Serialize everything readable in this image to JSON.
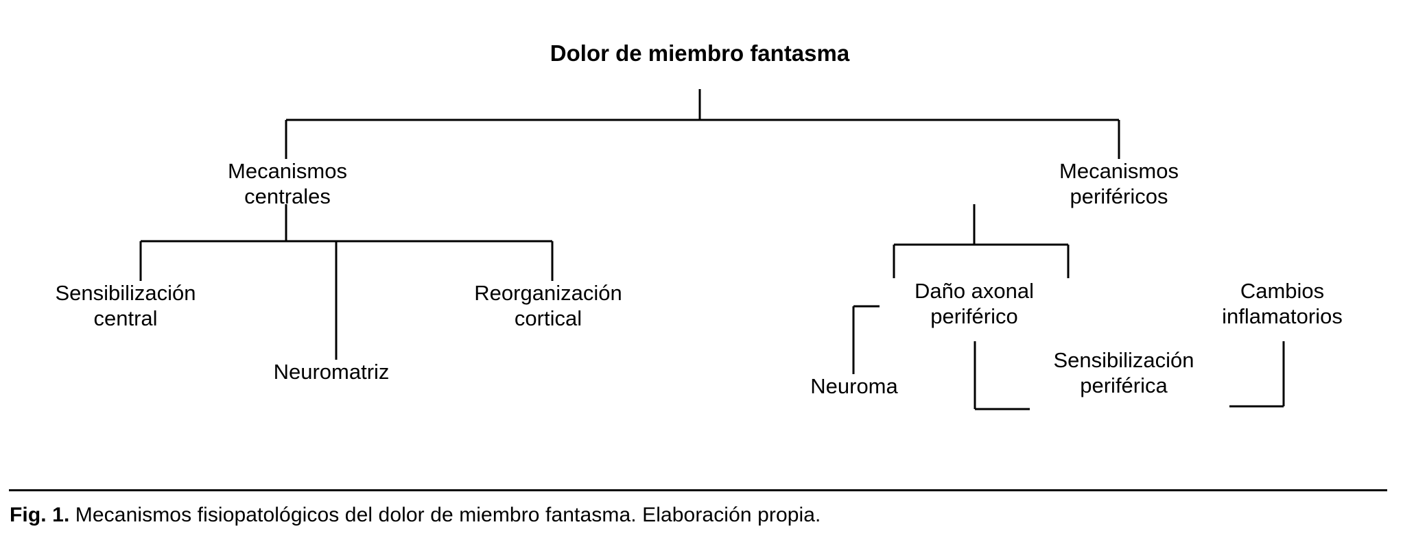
{
  "figure": {
    "root": {
      "label": "Dolor de miembro fantasma"
    },
    "branches": [
      {
        "id": "mecanismos-centrales",
        "label": "Mecanismos\ncentrales",
        "children": [
          {
            "id": "sensibilizacion-central",
            "label": "Sensibilización\ncentral"
          },
          {
            "id": "neuromatriz",
            "label": "Neuromatriz"
          },
          {
            "id": "reorganizacion-cortical",
            "label": "Reorganización\ncortical"
          }
        ]
      },
      {
        "id": "mecanismos-perifericos",
        "label": "Mecanismos\nperiféricos",
        "children": [
          {
            "id": "dano-axonal-periferico",
            "label": "Daño axonal\nperiférico"
          },
          {
            "id": "cambios-inflamatorios",
            "label": "Cambios\ninflamatorios"
          }
        ],
        "grandchildren": [
          {
            "id": "neuroma",
            "label": "Neuroma"
          },
          {
            "id": "sensibilizacion-periferica",
            "label": "Sensibilización\nperiférica"
          }
        ]
      }
    ],
    "caption": {
      "label": "Fig. 1.",
      "text": " Mecanismos fisiopatológicos del dolor de miembro fantasma. Elaboración propia."
    },
    "colors": {
      "line": "#000000",
      "text": "#000000",
      "background": "#ffffff"
    }
  }
}
